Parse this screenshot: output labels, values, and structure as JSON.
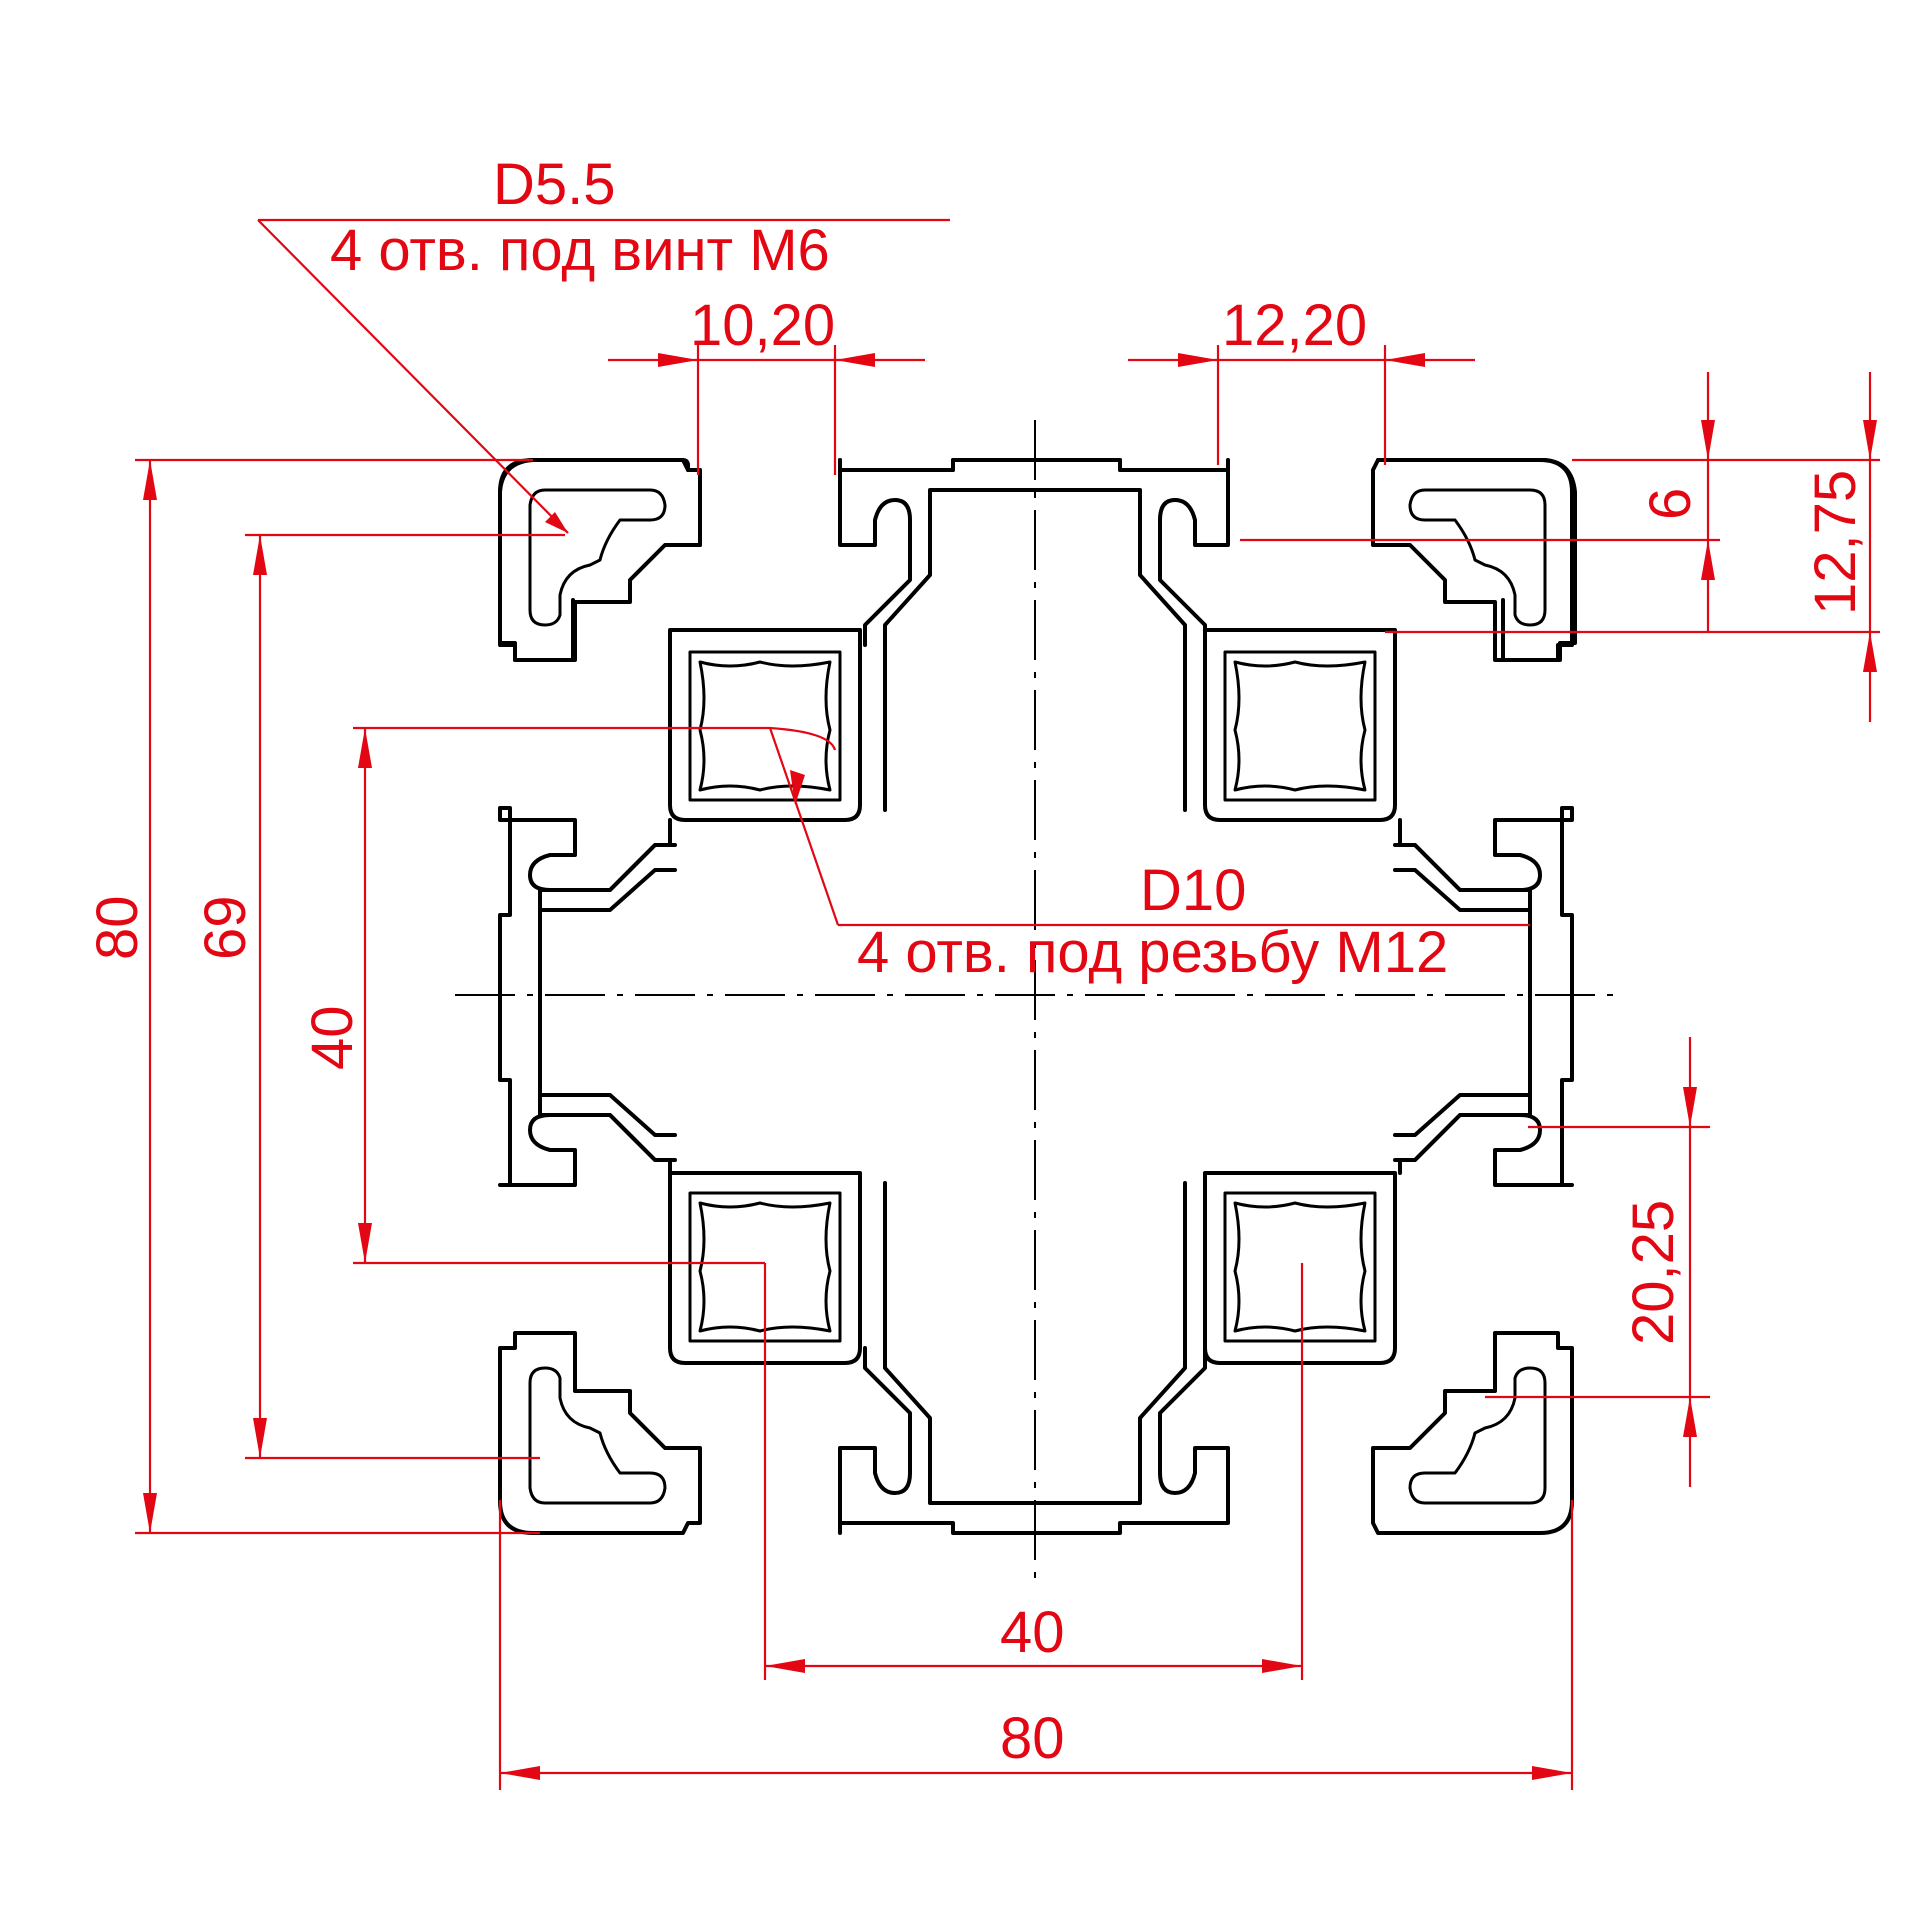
{
  "annotations": {
    "hole_small_diameter": "D5.5",
    "hole_small_note": "4 отв. под винт М6",
    "hole_large_diameter": "D10",
    "hole_large_note": "4 отв. под резьбу М12"
  },
  "dimensions": {
    "slot_top_left": "10,20",
    "slot_top_right": "12,20",
    "depth_small": "6",
    "depth_large": "12,75",
    "overall_height": "80",
    "hole_span_vertical": "69",
    "inner_span_vertical": "40",
    "offset_right": "20,25",
    "inner_span_horizontal": "40",
    "overall_width": "80"
  },
  "colors": {
    "dimension": "#e30613",
    "profile": "#000000"
  }
}
